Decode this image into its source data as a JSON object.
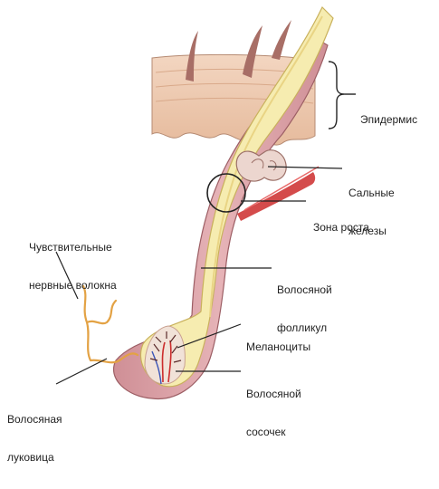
{
  "labels": {
    "epidermis": "Эпидермис",
    "sebaceous_1": "Сальные",
    "sebaceous_2": "железы",
    "growth_zone": "Зона роста",
    "nerve_1": "Чувствительные",
    "nerve_2": "нервные волокна",
    "follicle_1": "Волосяной",
    "follicle_2": "фолликул",
    "melanocytes": "Меланоциты",
    "papilla_1": "Волосяной",
    "papilla_2": "сосочек",
    "bulb_1": "Волосяная",
    "bulb_2": "луковица"
  },
  "colors": {
    "skin": "#ecc8ae",
    "skin_edge": "#b58a72",
    "follicle": "#dba2a7",
    "follicle_edge": "#9c5e64",
    "hair_shaft": "#f6ecb0",
    "hair_edge": "#c9b15c",
    "hair_stub": "#a86e66",
    "blood_red": "#cc2c2c",
    "nerve": "#e3a244",
    "line": "#222222"
  }
}
